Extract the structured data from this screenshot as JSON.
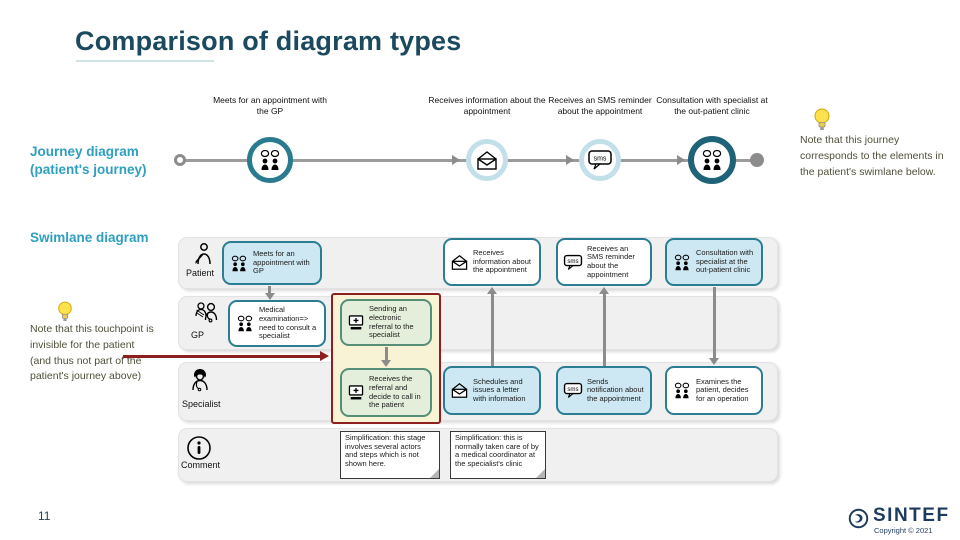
{
  "slide": {
    "title": "Comparison of diagram types",
    "page_number": "11"
  },
  "footer": {
    "brand": "SINTEF",
    "copyright": "Copyright © 2021"
  },
  "icons": {
    "sms_text": "sms"
  },
  "colors": {
    "title_blue": "#1b4a5f",
    "accent_teal": "#2f9fc0",
    "box_border_teal": "#2b7d92",
    "box_fill_blue": "#cde8f2",
    "box_fill_green": "#e4efdb",
    "box_border_green": "#568f77",
    "highlight_fill_yellow": "#f9f3d6",
    "highlight_border_red": "#8e1f1f",
    "lane_gray": "#f0f0f0",
    "arrow_gray": "#8c8c8c",
    "bulb_yellow": "#ffe14d"
  },
  "journey": {
    "title_line1": "Journey diagram",
    "title_line2": "(patient's journey)",
    "steps": [
      {
        "label": "Meets for an appointment with the GP",
        "icon": "people-icon"
      },
      {
        "label": "Receives information about the appointment",
        "icon": "envelope-icon"
      },
      {
        "label": "Receives an SMS reminder about the appointment",
        "icon": "sms-icon"
      },
      {
        "label": "Consultation with specialist at the out-patient clinic",
        "icon": "people-icon"
      }
    ],
    "note": "Note that this journey corresponds to the elements in the patient's swimlane below."
  },
  "swimlane": {
    "title": "Swimlane diagram",
    "note": "Note that this touchpoint is invisible for the patient (and thus not part of the patient's journey above)",
    "lanes": [
      {
        "label": "Patient",
        "icon": "patient-icon"
      },
      {
        "label": "GP",
        "icon": "gp-icon"
      },
      {
        "label": "Specialist",
        "icon": "specialist-icon"
      },
      {
        "label": "Comment",
        "icon": "info-icon"
      }
    ],
    "boxes": {
      "patient_meets": "Meets for an appointment with GP",
      "patient_info": "Receives information about the appointment",
      "patient_sms": "Receives an SMS reminder about the appointment",
      "patient_consult": "Consultation with specialist at the out-patient clinic",
      "gp_exam": "Medical examination=> need to consult a specialist",
      "gp_referral": "Sending an electronic referral to the specialist",
      "spec_receives": "Receives the referral and decide to call in the patient",
      "spec_schedules": "Schedules and issues a letter with information",
      "spec_sends": "Sends notification about the appointment",
      "spec_examines": "Examines the patient, decides for an operation",
      "comment1": "Simplification: this stage involves several actors and steps which is not shown here.",
      "comment2": "Simplification: this is normally taken care of by a medical coordinator at the specialist's clinic"
    }
  }
}
